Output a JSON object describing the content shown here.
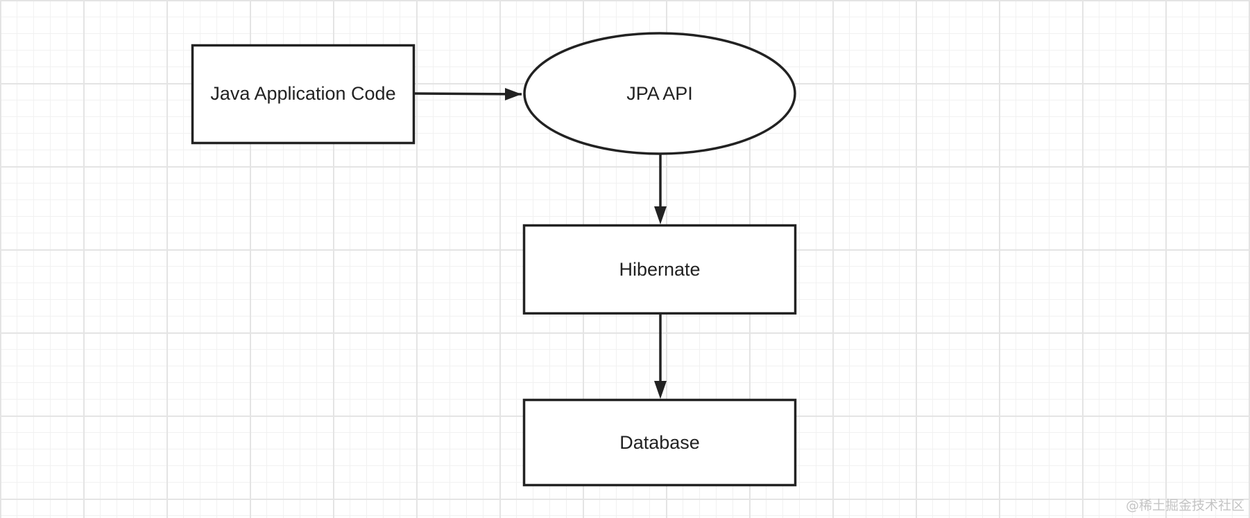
{
  "nodes": {
    "app": {
      "label": "Java Application Code",
      "shape": "rectangle"
    },
    "jpa": {
      "label": "JPA API",
      "shape": "ellipse"
    },
    "hibernate": {
      "label": "Hibernate",
      "shape": "rectangle"
    },
    "database": {
      "label": "Database",
      "shape": "rectangle"
    }
  },
  "edges": [
    {
      "from": "app",
      "to": "jpa"
    },
    {
      "from": "jpa",
      "to": "hibernate"
    },
    {
      "from": "hibernate",
      "to": "database"
    }
  ],
  "watermark": "@稀土掘金技术社区",
  "colors": {
    "stroke": "#222222",
    "fill": "#ffffff",
    "grid": "#e4e4e4"
  }
}
